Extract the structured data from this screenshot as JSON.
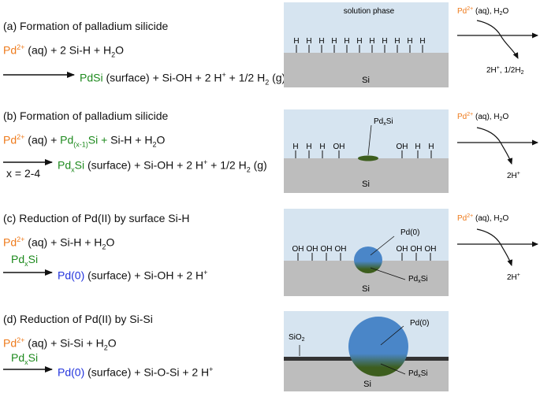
{
  "panels": [
    {
      "title": "(a) Formation of palladium silicide",
      "reactants": {
        "pd": "Pd",
        "pd_charge": "2+",
        "rest": " (aq) + 2 Si-H + H",
        "h2o_sub": "2",
        "o": "O"
      },
      "product": {
        "species": "PdSi",
        "rest": " (surface) + Si-OH + 2 H",
        "hplus": "+",
        "rest2": " + 1/2 H",
        "h2_sub": "2",
        "gas": " (g)"
      },
      "diagram": {
        "top_label": "solution phase",
        "surface_groups": [
          "H",
          "H",
          "H",
          "H",
          "H",
          "H",
          "H",
          "H",
          "H",
          "H",
          "H"
        ],
        "substrate": "Si"
      },
      "flow": {
        "in_pd": "Pd",
        "in_charge": "2+",
        "in_rest": " (aq), H",
        "in_sub": "2",
        "in_o": "O",
        "out": "2H",
        "out_plus": "+",
        "out_rest": ", 1/2H",
        "out_sub": "2"
      }
    },
    {
      "title": "(b) Formation of palladium silicide",
      "reactants": {
        "pd": "Pd",
        "pd_charge": "2+",
        "rest1": " (aq) + ",
        "pdx": "Pd",
        "pdx_sub": "(x-1)",
        "pdx_si": "Si + ",
        "rest2": "Si-H + H",
        "h2o_sub": "2",
        "o": "O"
      },
      "condition": "x = 2-4",
      "product": {
        "species": "Pd",
        "species_sub": "x",
        "species_si": "Si",
        "rest": " (surface) + Si-OH + 2 H",
        "hplus": "+",
        "rest2": " + 1/2 H",
        "h2_sub": "2",
        "gas": " (g)"
      },
      "diagram": {
        "particle_label": "Pd",
        "particle_sub": "x",
        "particle_si": "Si",
        "surface_groups": [
          "H",
          "H",
          "H",
          "OH",
          "OH",
          "H",
          "H"
        ],
        "substrate": "Si"
      },
      "flow": {
        "in_pd": "Pd",
        "in_charge": "2+",
        "in_rest": " (aq), H",
        "in_sub": "2",
        "in_o": "O",
        "out": "2H",
        "out_plus": "+"
      }
    },
    {
      "title": "(c) Reduction of Pd(II) by surface Si-H",
      "reactants": {
        "pd": "Pd",
        "pd_charge": "2+",
        "rest": " (aq) + Si-H + H",
        "h2o_sub": "2",
        "o": "O"
      },
      "catalyst": {
        "pd": "Pd",
        "sub": "x",
        "si": "Si"
      },
      "product": {
        "species": "Pd(0)",
        "rest": " (surface) + Si-OH + 2 H",
        "hplus": "+"
      },
      "diagram": {
        "pd0_label": "Pd(0)",
        "pdxsi_pd": "Pd",
        "pdxsi_sub": "x",
        "pdxsi_si": "Si",
        "surface_groups": [
          "OH",
          "OH",
          "OH",
          "OH",
          "OH",
          "OH",
          "OH"
        ],
        "substrate": "Si"
      },
      "flow": {
        "in_pd": "Pd",
        "in_charge": "2+",
        "in_rest": " (aq), H",
        "in_sub": "2",
        "in_o": "O",
        "out": "2H",
        "out_plus": "+"
      }
    },
    {
      "title": "(d) Reduction of Pd(II) by Si-Si",
      "reactants": {
        "pd": "Pd",
        "pd_charge": "2+",
        "rest": " (aq) + Si-Si + H",
        "h2o_sub": "2",
        "o": "O"
      },
      "catalyst": {
        "pd": "Pd",
        "sub": "x",
        "si": "Si"
      },
      "product": {
        "species": "Pd(0)",
        "rest": " (surface) + Si-O-Si + 2 H",
        "hplus": "+"
      },
      "diagram": {
        "oxide_label": "SiO",
        "oxide_sub": "2",
        "pd0_label": "Pd(0)",
        "pdxsi_pd": "Pd",
        "pdxsi_sub": "x",
        "pdxsi_si": "Si",
        "substrate": "Si"
      }
    }
  ],
  "colors": {
    "pd_ion": "#ee7a1b",
    "silicide": "#1e8a1e",
    "pd_metal": "#2233dd",
    "solution": "#d6e4f0",
    "silicon": "#bdbdbd",
    "particle": "#4a86c8",
    "silicide_particle": "#3d5e1e",
    "oxide": "#333333"
  }
}
